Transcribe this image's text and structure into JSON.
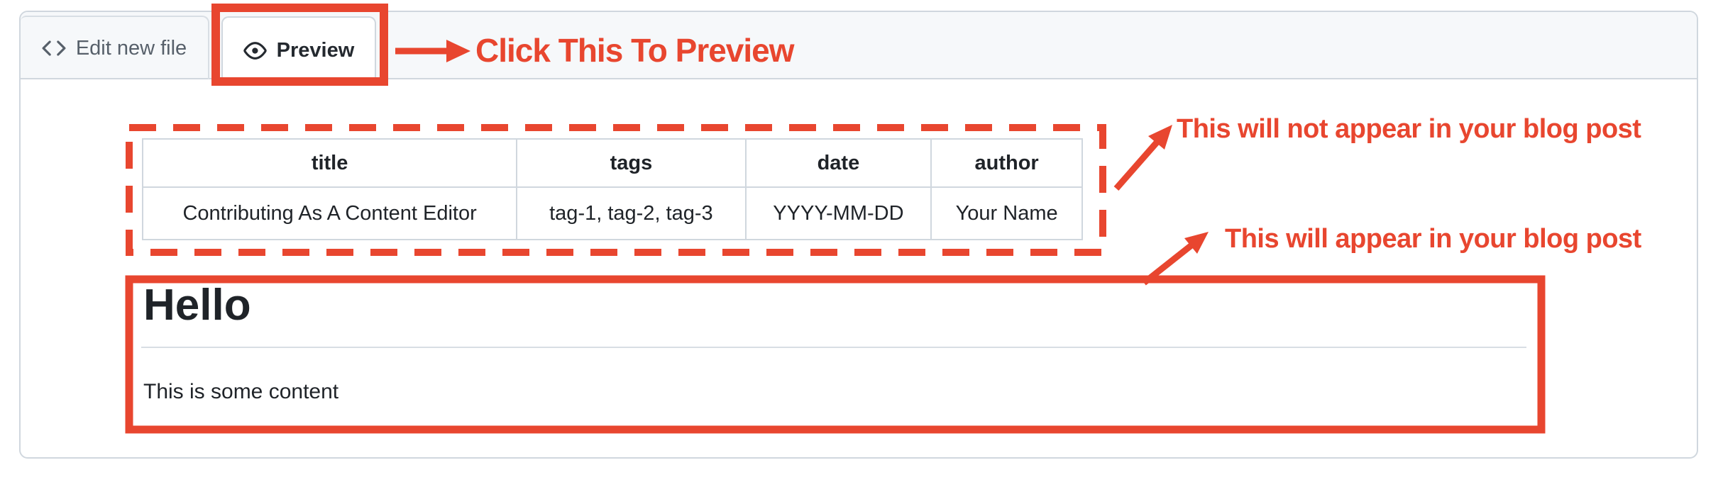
{
  "colors": {
    "annotation_red": "#e8462f",
    "panel_border": "#d0d7de",
    "tab_strip_bg": "#f6f8fa",
    "text_primary": "#1f2328",
    "text_muted": "#57606a"
  },
  "tab_bar": {
    "tabs": [
      {
        "label": "Edit new file",
        "icon": "code-icon",
        "active": false
      },
      {
        "label": "Preview",
        "icon": "eye-icon",
        "active": true
      }
    ]
  },
  "annotations": {
    "click_to_preview": "Click This To Preview",
    "will_not_appear": "This will not appear in your blog post",
    "will_appear": "This will appear in your blog post"
  },
  "frontmatter_table": {
    "headers": [
      "title",
      "tags",
      "date",
      "author"
    ],
    "rows": [
      [
        "Contributing As A Content Editor",
        "tag-1, tag-2, tag-3",
        "YYYY-MM-DD",
        "Your Name"
      ]
    ]
  },
  "preview_content": {
    "heading": "Hello",
    "paragraph": "This is some content"
  }
}
